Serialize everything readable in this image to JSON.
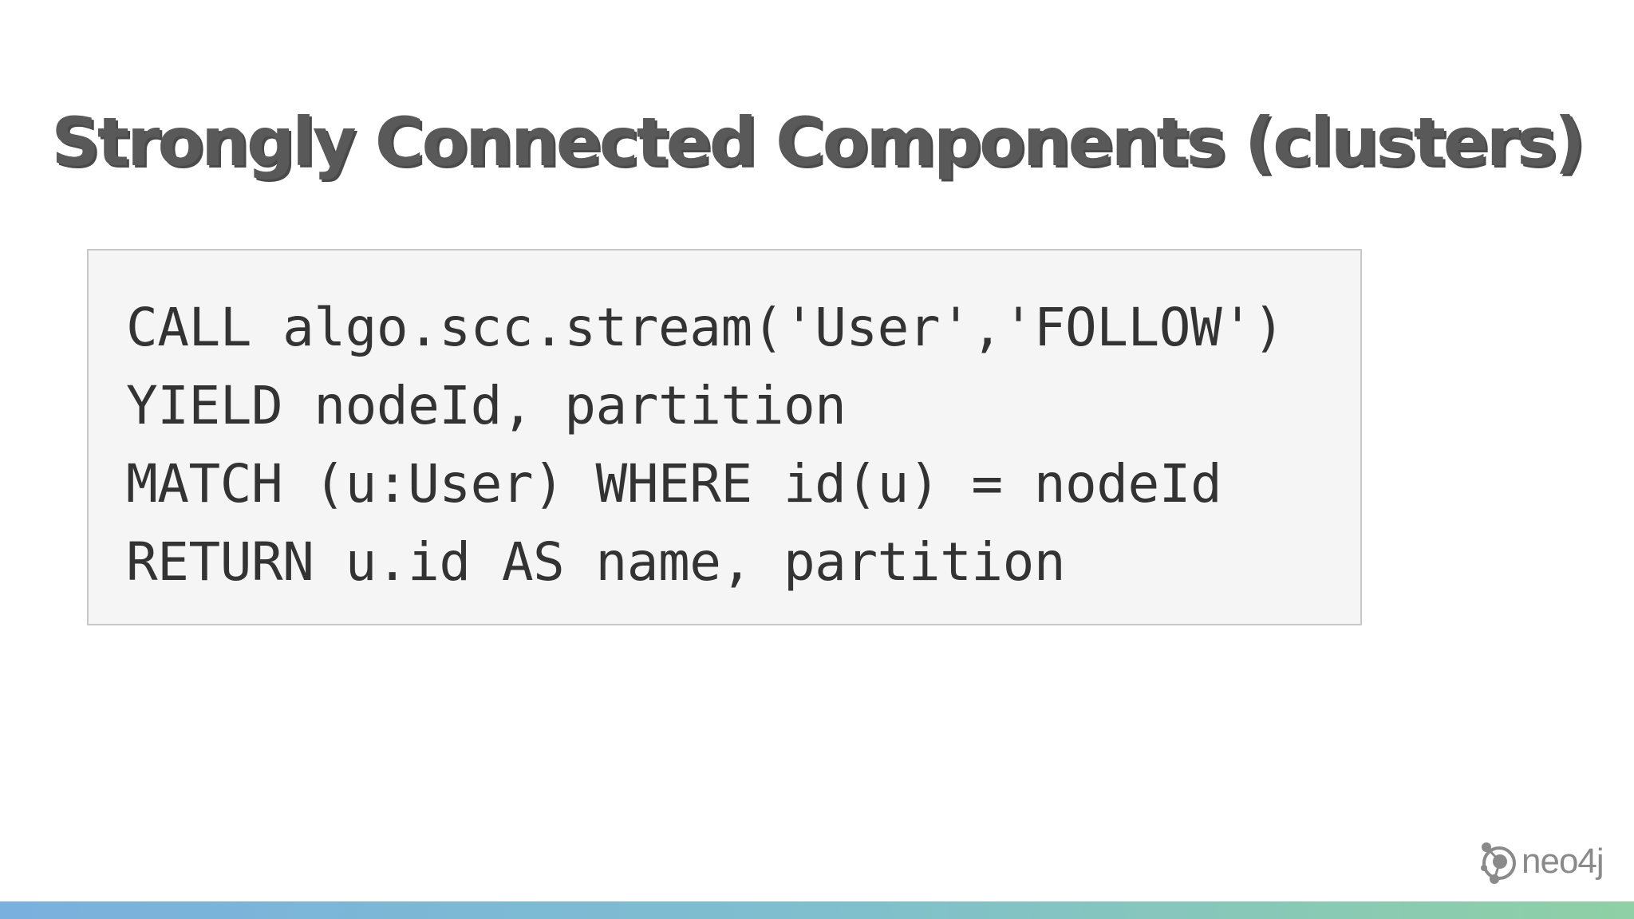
{
  "slide": {
    "title": "Strongly Connected Components (clusters)"
  },
  "code": {
    "lines": [
      "CALL algo.scc.stream('User','FOLLOW')",
      "YIELD nodeId, partition",
      "MATCH (u:User) WHERE id(u) = nodeId",
      "RETURN u.id AS name, partition"
    ]
  },
  "footer": {
    "logo_text": "neo4j",
    "logo_icon": "neo4j-graph-icon",
    "bar_colors": [
      "#7ab0de",
      "#7fbfce",
      "#8fd0a5"
    ]
  }
}
